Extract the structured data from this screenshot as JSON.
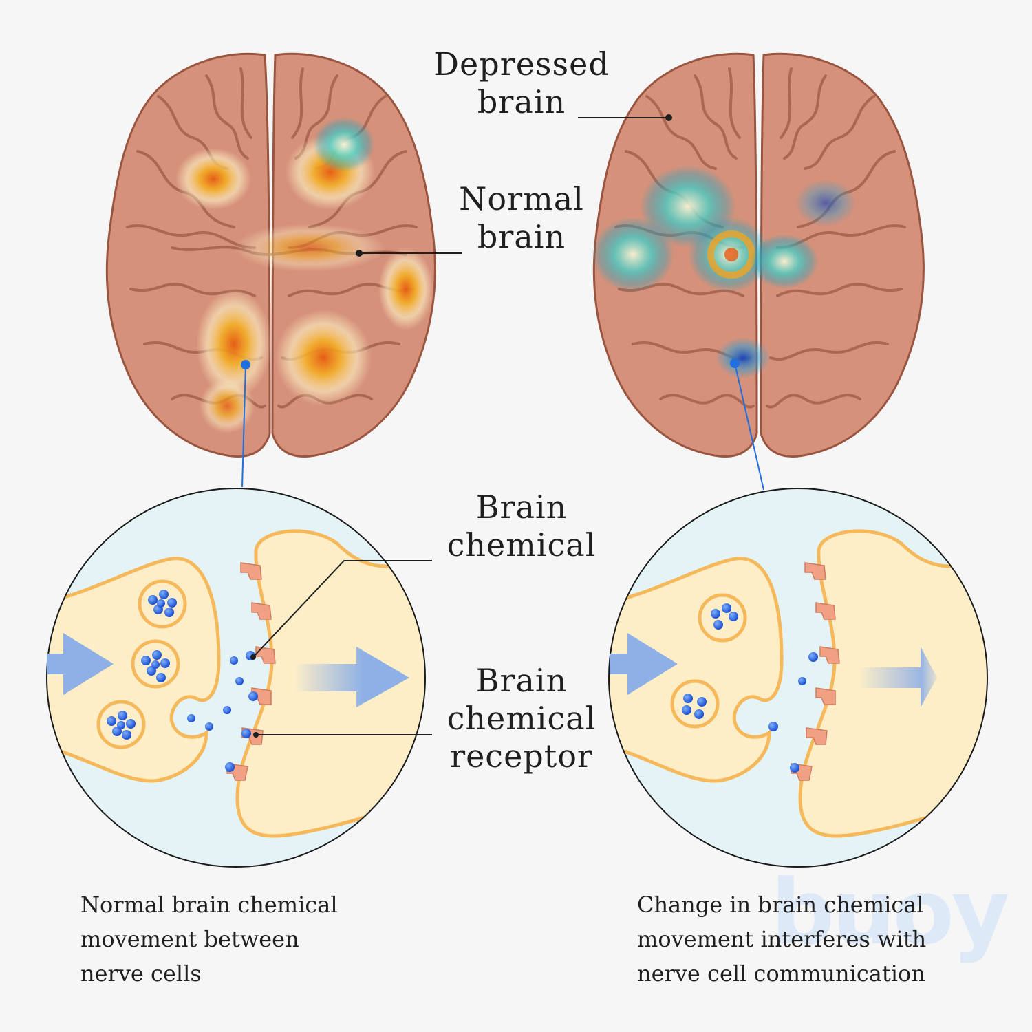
{
  "labels": {
    "depressed_brain": [
      "Depressed",
      "brain"
    ],
    "normal_brain": [
      "Normal",
      "brain"
    ],
    "brain_chemical": [
      "Brain",
      "chemical"
    ],
    "brain_chemical_receptor": [
      "Brain",
      "chemical",
      "receptor"
    ]
  },
  "captions": {
    "left": [
      "Normal brain chemical",
      "movement between",
      "nerve cells"
    ],
    "right": [
      "Change in brain chemical",
      "movement interferes with",
      "nerve cell communication"
    ]
  },
  "watermark": "buoy",
  "colors": {
    "brain": "#d6917a",
    "brain_shadow": "#a45a43",
    "activity_warm": "#f2a324",
    "activity_cool": "#28c4c0",
    "pointer_blue": "#1f6fe0",
    "cell_fill": "#fdeec8",
    "cell_stroke": "#f5b85a",
    "synapse_bg": "#e4f3f5",
    "molecule": "#1a56d6",
    "receptor": "#f0a183",
    "arrow": "#8fb0e6"
  }
}
